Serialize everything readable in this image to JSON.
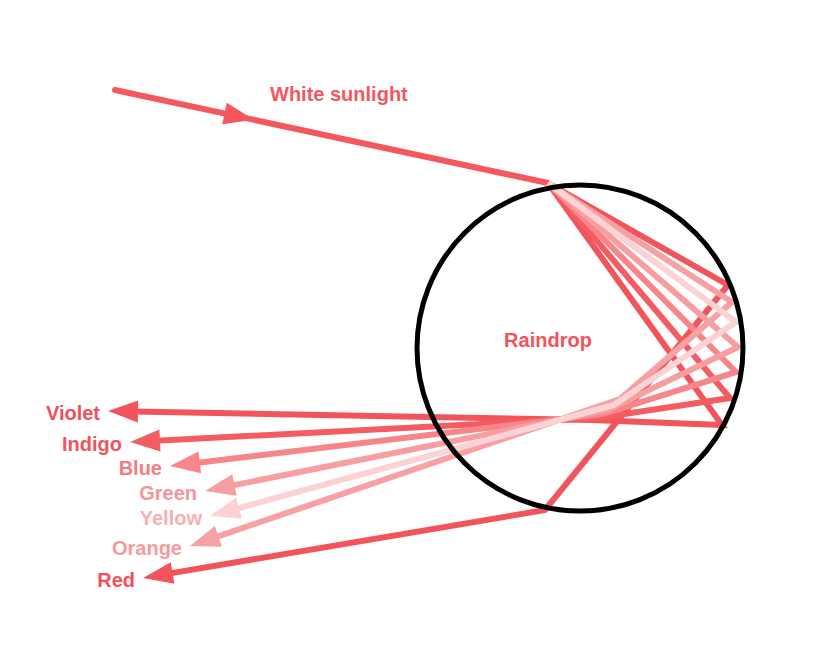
{
  "diagram": {
    "nodes": [
      {
        "text": [
          "Raindrop"
        ]
      }
    ],
    "labels": [
      "White sunlight",
      "Violet",
      "Indigo",
      "Blue",
      "Green",
      "Yellow",
      "Orange",
      "Red"
    ]
  }
}
